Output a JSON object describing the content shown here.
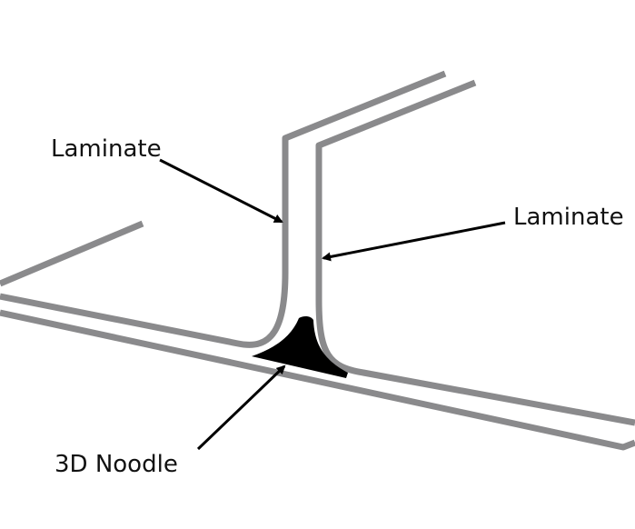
{
  "labels": {
    "laminate_left": "Laminate",
    "laminate_right": "Laminate",
    "noodle": "3D Noodle"
  },
  "colors": {
    "laminate_stroke": "#8a8a8c",
    "noodle_fill": "#000000",
    "arrow": "#000000",
    "background": "#ffffff"
  }
}
